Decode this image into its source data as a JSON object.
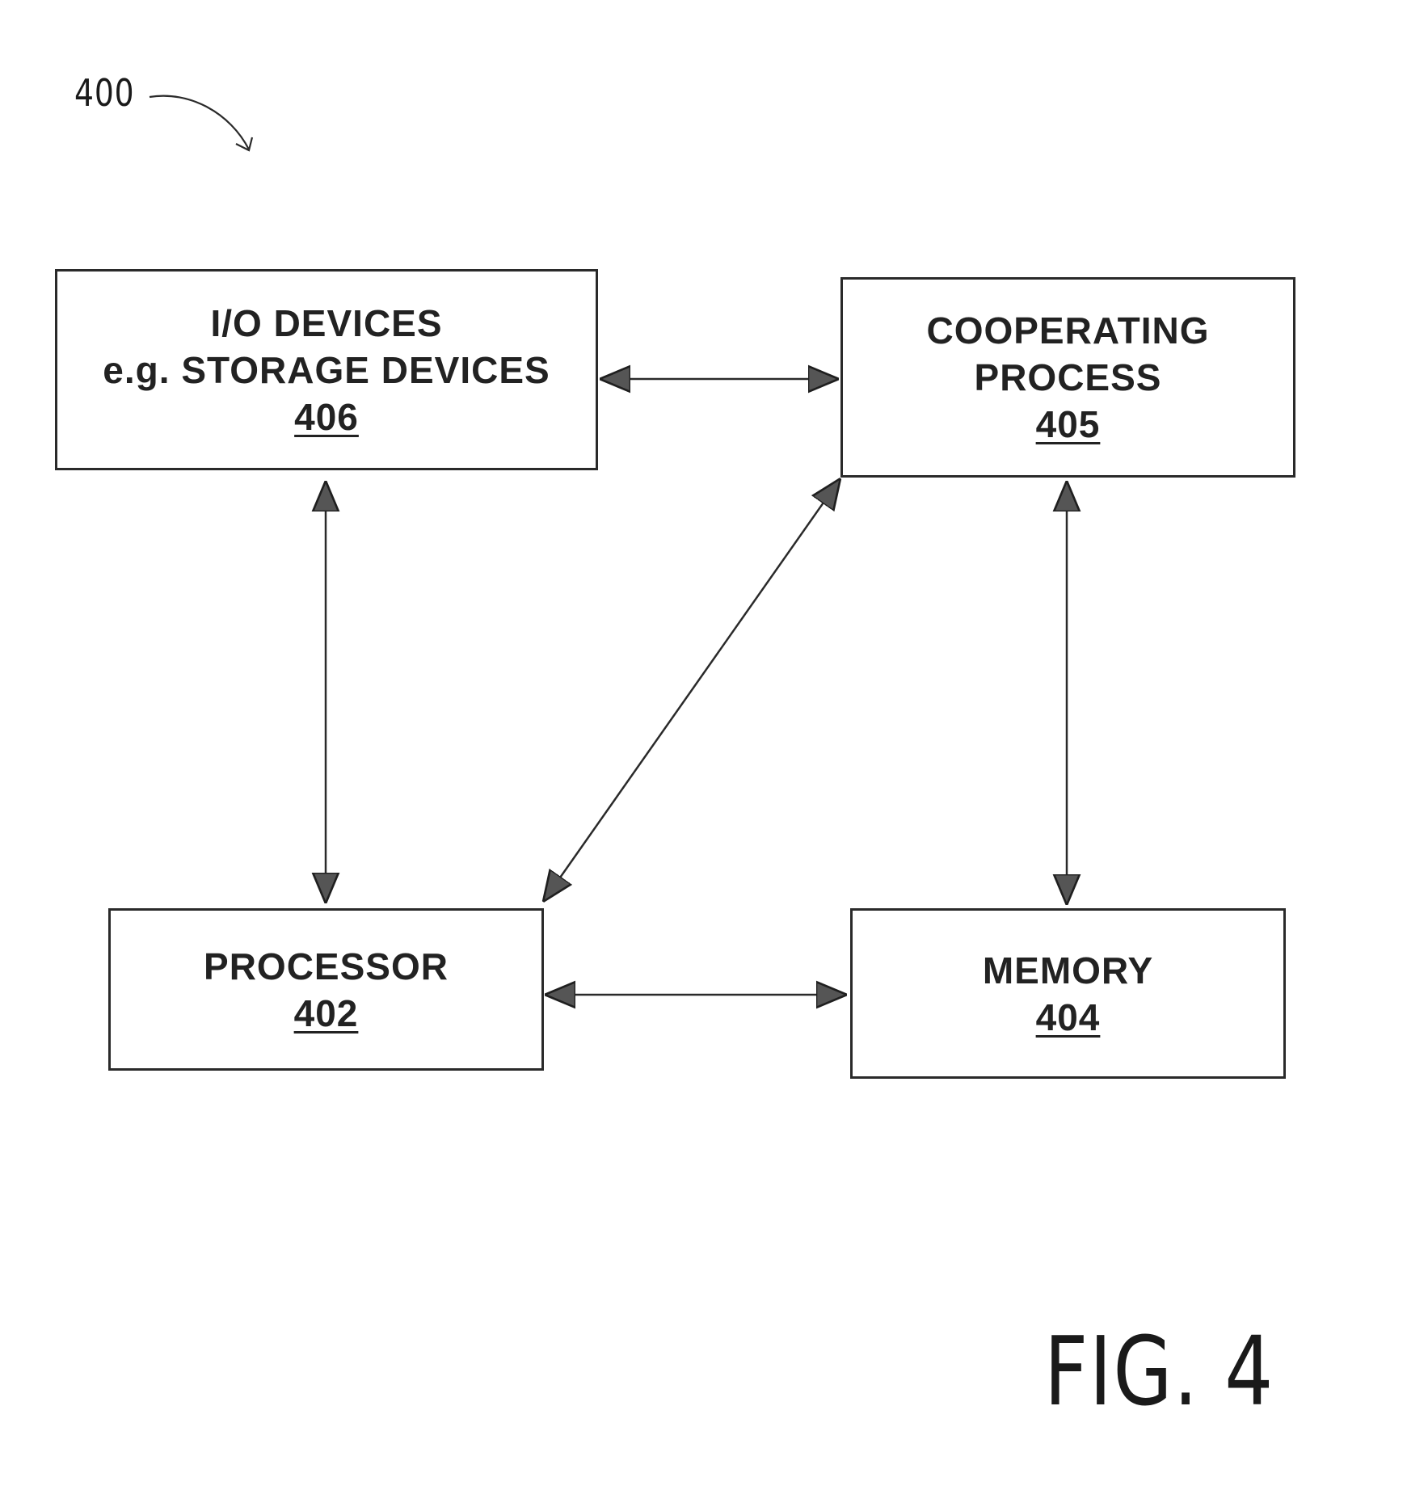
{
  "figure": {
    "reference_numeral": "400",
    "caption": "FIG. 4"
  },
  "blocks": {
    "io_devices": {
      "line1": "I/O DEVICES",
      "line2": "e.g. STORAGE DEVICES",
      "ref": "406"
    },
    "cooperating_process": {
      "line1": "COOPERATING",
      "line2": "PROCESS",
      "ref": "405"
    },
    "processor": {
      "line1": "PROCESSOR",
      "ref": "402"
    },
    "memory": {
      "line1": "MEMORY",
      "ref": "404"
    }
  },
  "connections": [
    {
      "from": "io_devices",
      "to": "cooperating_process",
      "direction": "bidirectional"
    },
    {
      "from": "io_devices",
      "to": "processor",
      "direction": "bidirectional"
    },
    {
      "from": "processor",
      "to": "cooperating_process",
      "direction": "bidirectional"
    },
    {
      "from": "cooperating_process",
      "to": "memory",
      "direction": "bidirectional"
    },
    {
      "from": "processor",
      "to": "memory",
      "direction": "bidirectional"
    }
  ]
}
